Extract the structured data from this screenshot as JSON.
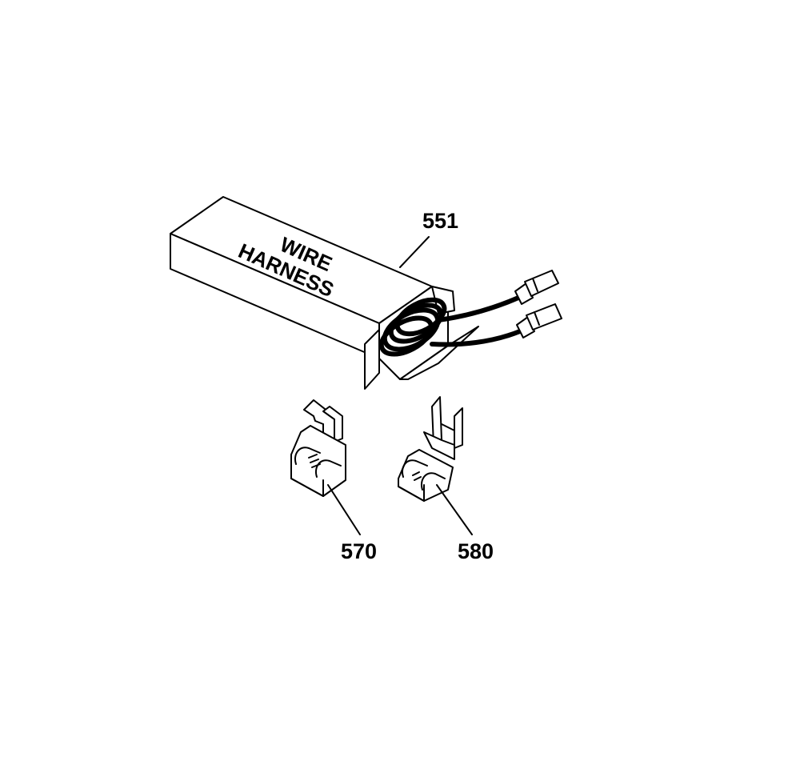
{
  "labels": {
    "box_line1": "WIRE",
    "box_line2": "HARNESS",
    "part_harness": "551",
    "part_terminal_left": "570",
    "part_terminal_right": "580"
  }
}
